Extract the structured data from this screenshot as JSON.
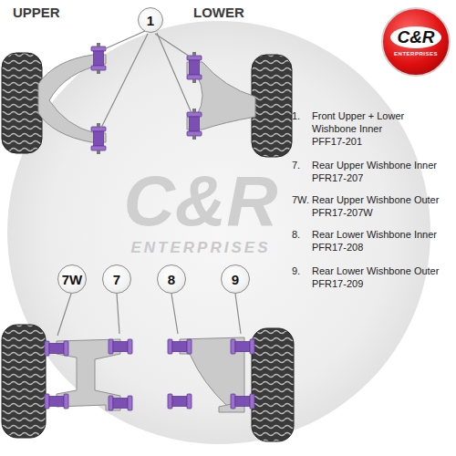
{
  "diagram": {
    "nodes": [
      {
        "text": [
          "1"
        ]
      },
      {
        "text": [
          "C&R",
          "ENTERPRISES"
        ]
      },
      {
        "text": [
          "7W"
        ]
      },
      {
        "text": [
          "7"
        ]
      },
      {
        "text": [
          "8"
        ]
      },
      {
        "text": [
          "9"
        ]
      }
    ],
    "labels": [
      "UPPER",
      "LOWER",
      "1.",
      "Front Upper + Lower Wishbone Inner",
      "PFF17-201",
      "7.",
      "Rear Upper Wishbone Inner",
      "PFR17-207",
      "7W.",
      "Rear Upper Wishbone Outer",
      "PFR17-207W",
      "8.",
      "Rear Lower Wishbone Inner",
      "PFR17-208",
      "9.",
      "Rear Lower Wishbone Outer",
      "PFR17-209",
      "C&R",
      "ENTERPRISES"
    ]
  }
}
